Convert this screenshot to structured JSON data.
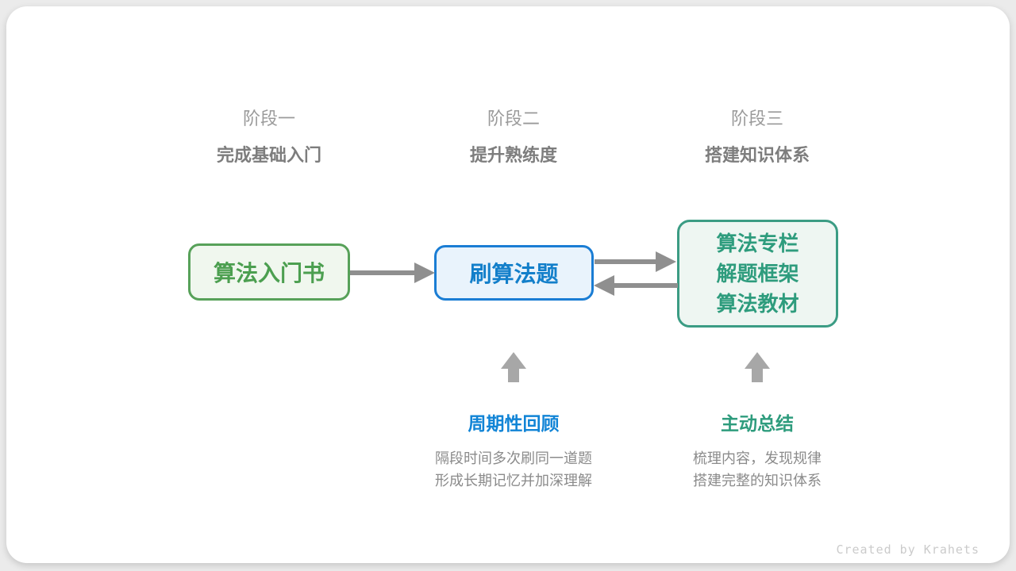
{
  "diagram": {
    "stages": [
      {
        "label": "阶段一",
        "subtitle": "完成基础入门"
      },
      {
        "label": "阶段二",
        "subtitle": "提升熟练度"
      },
      {
        "label": "阶段三",
        "subtitle": "搭建知识体系"
      }
    ],
    "nodes": [
      {
        "label": "算法入门书",
        "accent": "#57a159",
        "fill": "#f0f7ee"
      },
      {
        "label": "刷算法题",
        "accent": "#1a7dd4",
        "fill": "#e9f3fc"
      },
      {
        "lines": [
          "算法专栏",
          "解题框架",
          "算法教材"
        ],
        "accent": "#3b9c84",
        "fill": "#eef6f2"
      }
    ],
    "flows": [
      {
        "from": "算法入门书",
        "to": "刷算法题",
        "direction": "right"
      },
      {
        "from": "刷算法题",
        "to": "算法专栏/解题框架/算法教材",
        "direction": "right"
      },
      {
        "from": "算法专栏/解题框架/算法教材",
        "to": "刷算法题",
        "direction": "left"
      }
    ],
    "annotations": [
      {
        "title": "周期性回顾",
        "color": "#1184d6",
        "points_to": "刷算法题",
        "desc_lines": [
          "隔段时间多次刷同一道题",
          "形成长期记忆并加深理解"
        ]
      },
      {
        "title": "主动总结",
        "color": "#2e9c7d",
        "points_to": "算法专栏/解题框架/算法教材",
        "desc_lines": [
          "梳理内容，发现规律",
          "搭建完整的知识体系"
        ]
      }
    ],
    "arrow_color": "#8f8f8f",
    "credit": "Created by Krahets"
  }
}
